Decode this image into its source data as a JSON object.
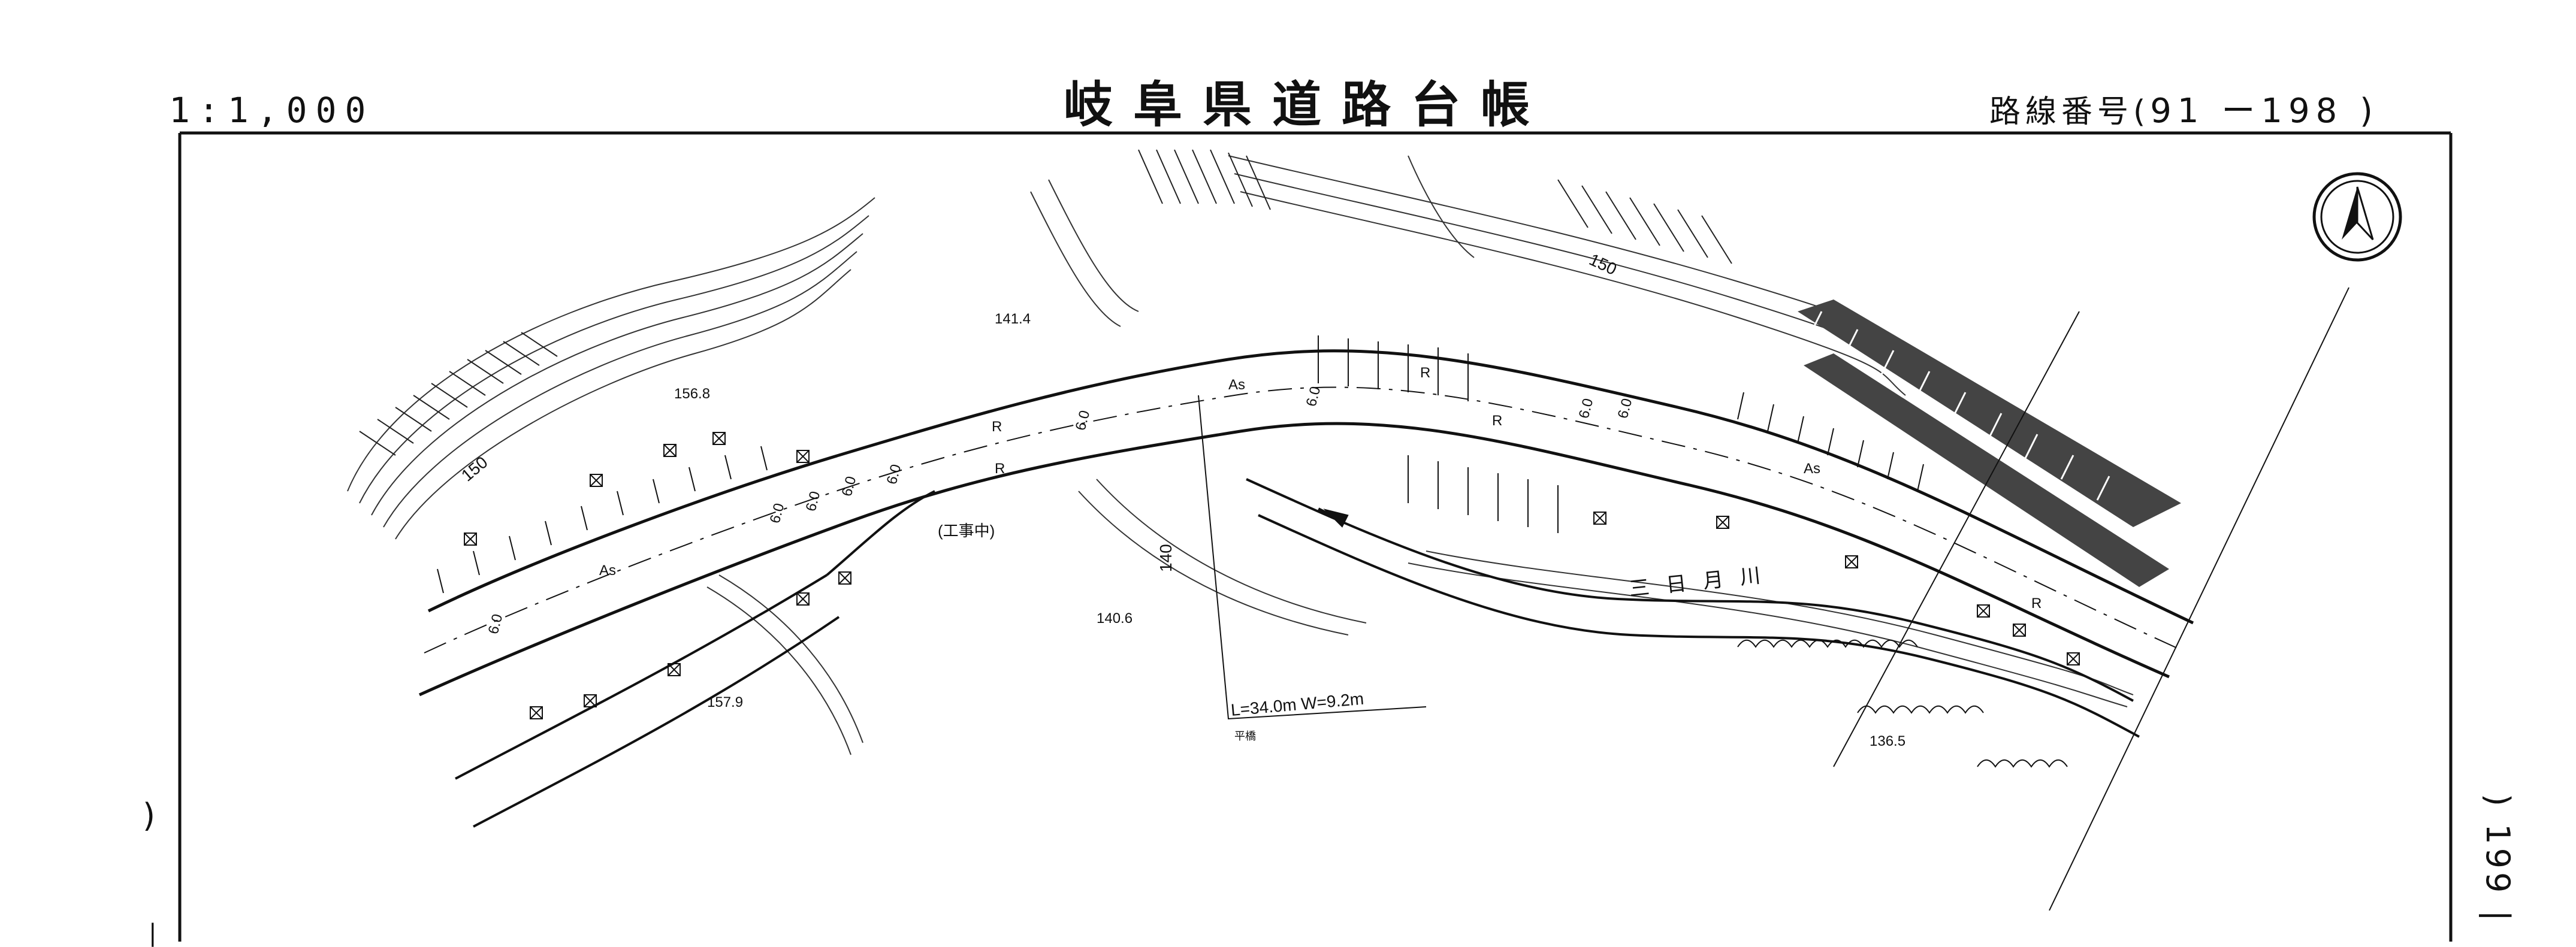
{
  "header": {
    "scale": "1:1,000",
    "title": "岐阜県道路台帳",
    "route_label": "路線番号(",
    "route_numbers": "91 ー198 )",
    "sheet_number": ") 199 |",
    "left_margin_mark": ")",
    "left_margin_tick": "|"
  },
  "map": {
    "elevations": [
      "156.8",
      "141.4",
      "140.6",
      "157.9",
      "136.5"
    ],
    "contour_labels": [
      "150",
      "150",
      "140"
    ],
    "road_widths": [
      "6.0",
      "6.0",
      "6.0",
      "6.0",
      "6.0",
      "6.0",
      "6.0",
      "6.0",
      "6.0"
    ],
    "surface_marks": [
      "As",
      "As",
      "As",
      "R",
      "R",
      "R",
      "R",
      "R"
    ],
    "under_construction": "(工事中)",
    "river_name": "三日月川",
    "bridge_spec": "L=34.0m  W=9.2m",
    "bridge_name": "平橋",
    "north_arrow_icon": "north-arrow-icon"
  }
}
